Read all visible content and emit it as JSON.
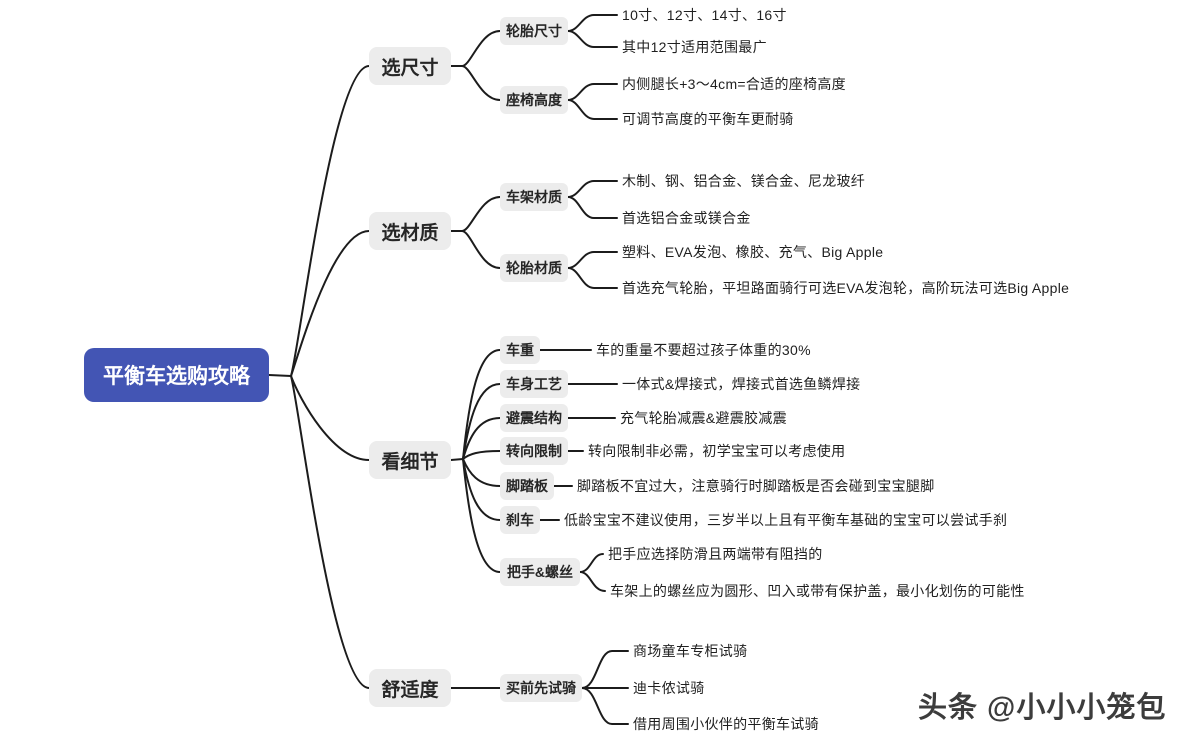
{
  "root": {
    "label": "平衡车选购攻略"
  },
  "branches": [
    {
      "label": "选尺寸",
      "children": [
        {
          "label": "轮胎尺寸",
          "leaves": [
            "10寸、12寸、14寸、16寸",
            "其中12寸适用范围最广"
          ]
        },
        {
          "label": "座椅高度",
          "leaves": [
            "内侧腿长+3～4cm=合适的座椅高度",
            "可调节高度的平衡车更耐骑"
          ]
        }
      ]
    },
    {
      "label": "选材质",
      "children": [
        {
          "label": "车架材质",
          "leaves": [
            "木制、钢、铝合金、镁合金、尼龙玻纤",
            "首选铝合金或镁合金"
          ]
        },
        {
          "label": "轮胎材质",
          "leaves": [
            "塑料、EVA发泡、橡胶、充气、Big Apple",
            "首选充气轮胎，平坦路面骑行可选EVA发泡轮，高阶玩法可选Big Apple"
          ]
        }
      ]
    },
    {
      "label": "看细节",
      "children": [
        {
          "label": "车重",
          "leaves": [
            "车的重量不要超过孩子体重的30%"
          ]
        },
        {
          "label": "车身工艺",
          "leaves": [
            "一体式&焊接式，焊接式首选鱼鳞焊接"
          ]
        },
        {
          "label": "避震结构",
          "leaves": [
            "充气轮胎减震&避震胶减震"
          ]
        },
        {
          "label": "转向限制",
          "leaves": [
            "转向限制非必需，初学宝宝可以考虑使用"
          ]
        },
        {
          "label": "脚踏板",
          "leaves": [
            "脚踏板不宜过大，注意骑行时脚踏板是否会碰到宝宝腿脚"
          ]
        },
        {
          "label": "刹车",
          "leaves": [
            "低龄宝宝不建议使用，三岁半以上且有平衡车基础的宝宝可以尝试手刹"
          ]
        },
        {
          "label": "把手&螺丝",
          "leaves": [
            "把手应选择防滑且两端带有阻挡的",
            "车架上的螺丝应为圆形、凹入或带有保护盖，最小化划伤的可能性"
          ]
        }
      ]
    },
    {
      "label": "舒适度",
      "children": [
        {
          "label": "买前先试骑",
          "leaves": [
            "商场童车专柜试骑",
            "迪卡侬试骑",
            "借用周围小伙伴的平衡车试骑"
          ]
        }
      ]
    }
  ],
  "watermark": "头条 @小小小笼包",
  "colors": {
    "root_bg": "#4355b4",
    "root_text": "#ffffff",
    "node_bg": "#ececec",
    "node_text": "#262626",
    "line": "#1c1c1c",
    "background": "#ffffff"
  }
}
